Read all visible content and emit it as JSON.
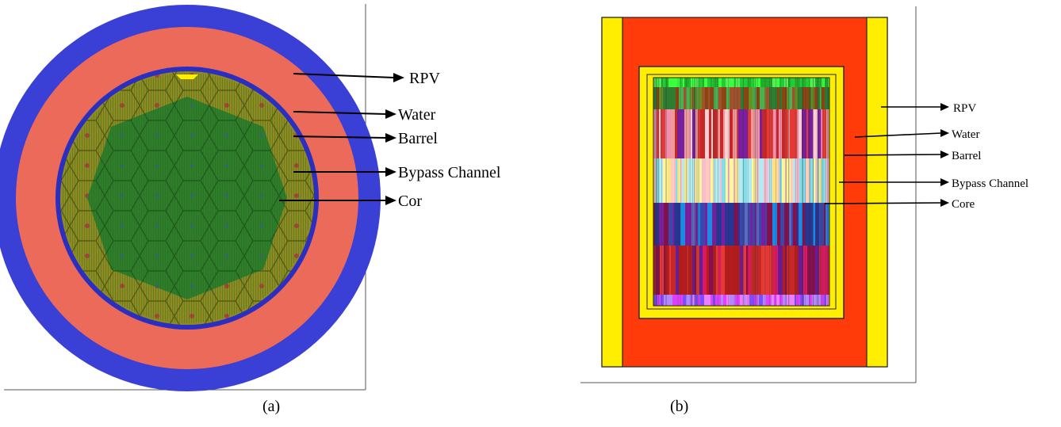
{
  "captions": {
    "a": "(a)",
    "b": "(b)"
  },
  "panel_a": {
    "labels": {
      "rpv": "RPV",
      "water": "Water",
      "barrel": "Barrel",
      "bypass": "Bypass Channel",
      "core": "Cor"
    }
  },
  "panel_b": {
    "labels": {
      "rpv": "RPV",
      "water": "Water",
      "barrel": "Barrel",
      "bypass": "Bypass Channel",
      "core": "Core"
    }
  },
  "colors": {
    "rpv_ring": "#3a3fd6",
    "water_ring": "#ec6a5a",
    "barrel_ring": "#2b2fc0",
    "bypass_fill": "#8f8a22",
    "core_fill": "#2f7d2a",
    "vessel_yellow": "#ffee00",
    "vessel_red": "#ff3b0a",
    "top_green": "#3cff3c"
  }
}
